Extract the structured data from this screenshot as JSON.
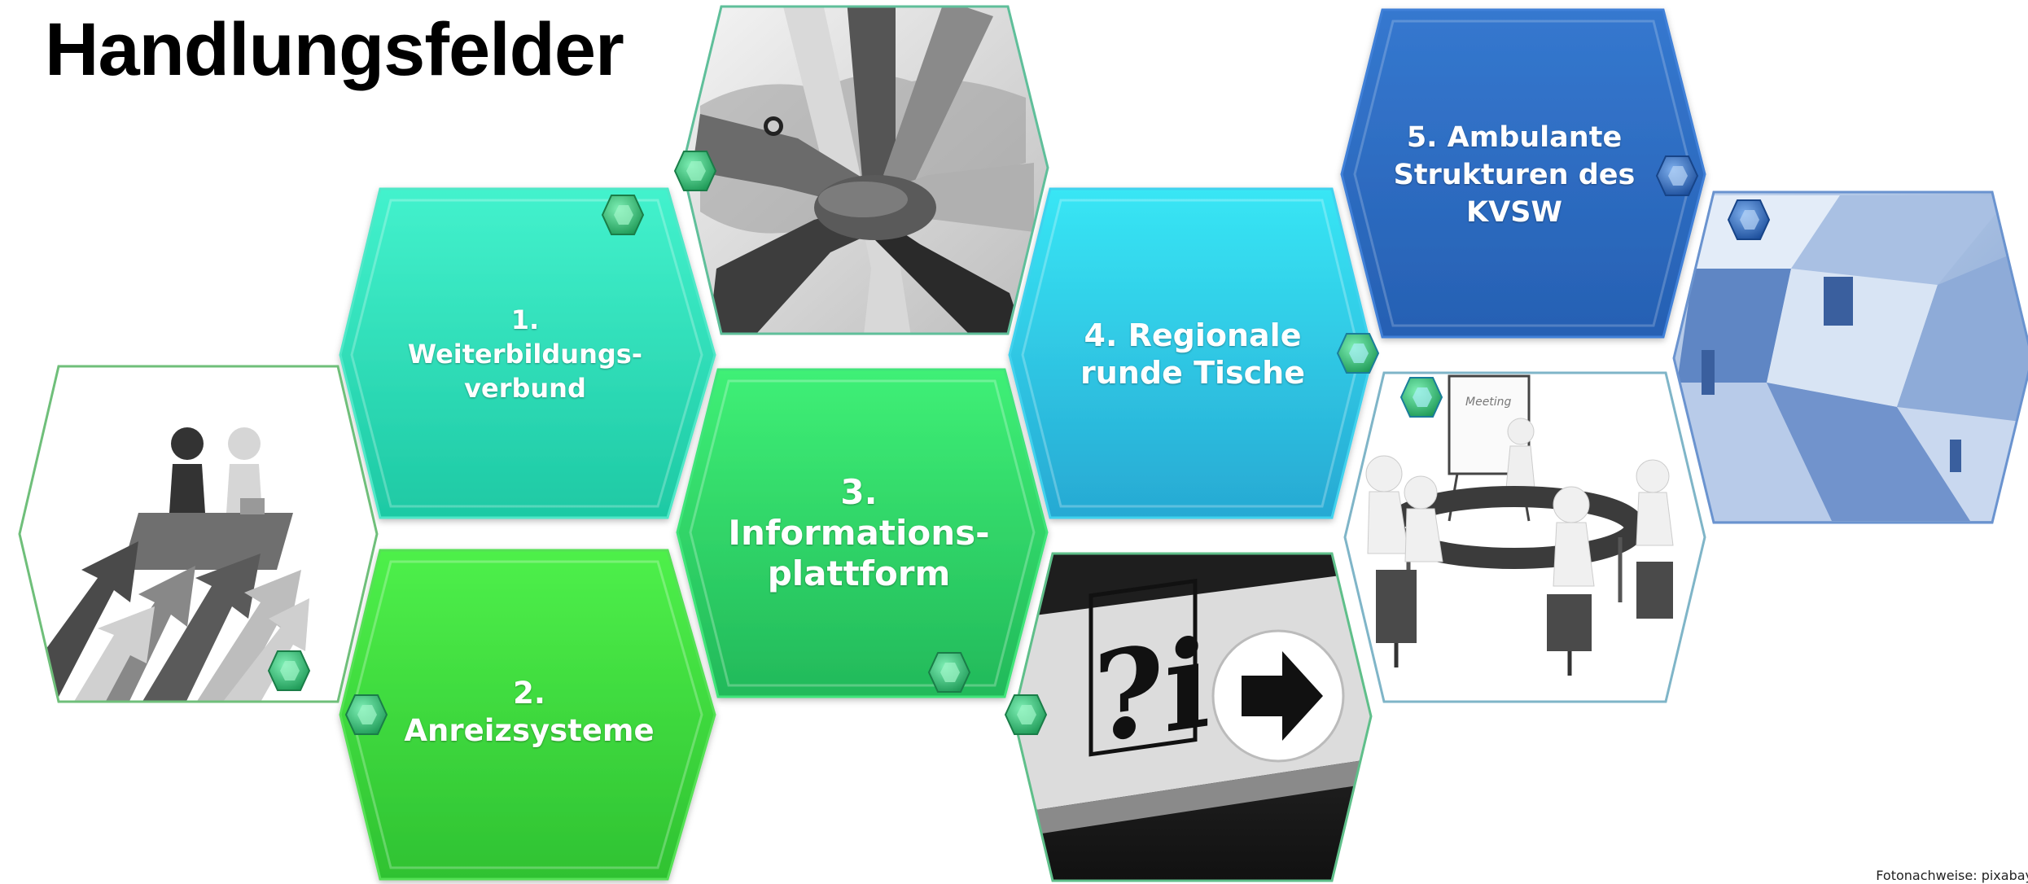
{
  "title": "Handlungsfelder",
  "credit": "Fotonachweise: pixabay",
  "fields": [
    {
      "label": "1. Weiterbildungs- verbund"
    },
    {
      "label": "2. Anreizsysteme"
    },
    {
      "label": "3. Informations- plattform"
    },
    {
      "label": "4. Regionale runde Tische"
    },
    {
      "label": "5. Ambulante Strukturen des KVSW"
    }
  ],
  "images": {
    "meeting_board_text": "Meeting",
    "info_sign_text": "?i"
  },
  "colors": {
    "green_light": "#3ff0c3",
    "green_mid": "#33d17a",
    "green_bright": "#47e04a",
    "cyan": "#31c8e8",
    "blue": "#2f6cc4",
    "badge_green": "#2fc273",
    "badge_blue": "#2d6bc0"
  }
}
